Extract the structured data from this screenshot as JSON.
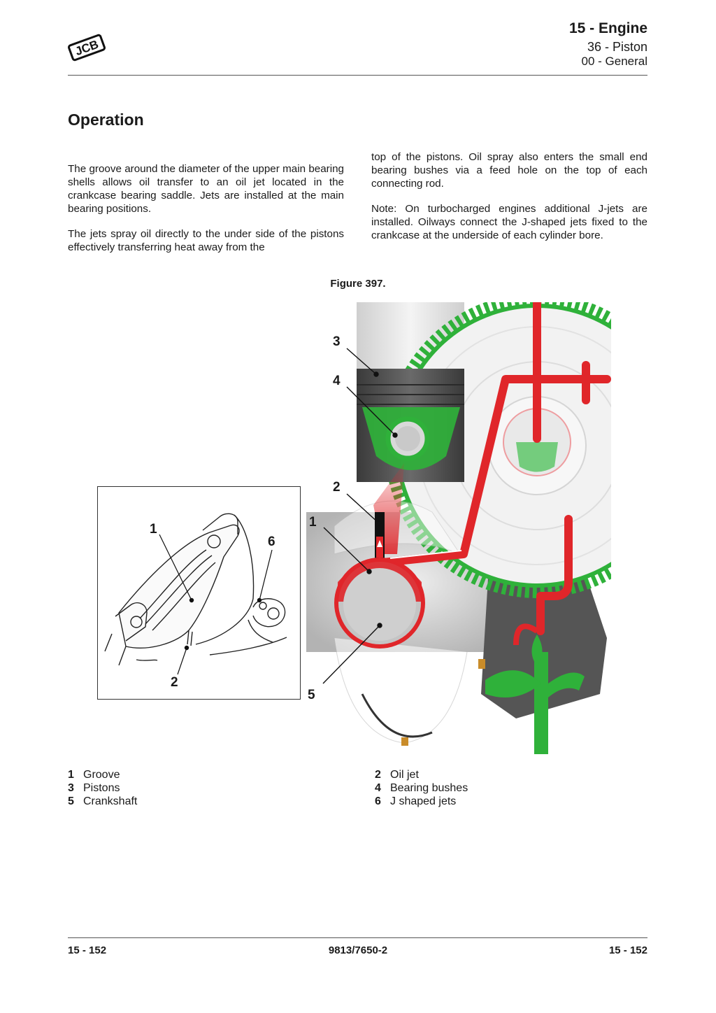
{
  "header": {
    "brand": "JCB",
    "chapter": "15 - Engine",
    "section": "36 - Piston",
    "subsection": "00 - General"
  },
  "section_title": "Operation",
  "body": {
    "left_paragraphs": [
      "The groove around the diameter of the upper main bearing shells allows oil transfer to an oil jet located in the crankcase bearing saddle. Jets are installed at the main bearing positions.",
      "The jets spray oil directly to the under side of the pistons effectively transferring heat away from the"
    ],
    "right_paragraphs": [
      "top of the pistons. Oil spray also enters the small end bearing bushes via a feed hole on the top of each connecting rod.",
      "Note: On turbocharged engines additional J-jets are installed. Oilways connect the J-shaped jets fixed to the crankcase at the underside of each cylinder bore."
    ]
  },
  "figure": {
    "caption": "Figure 397.",
    "inset_callouts": [
      "1",
      "6",
      "2"
    ],
    "main_callouts": [
      "3",
      "4",
      "2",
      "1",
      "5"
    ],
    "colors": {
      "oil_red": "#e0262a",
      "oil_green": "#2fb13a",
      "block_grey": "#555555"
    }
  },
  "legend": {
    "left": [
      {
        "num": "1",
        "label": "Groove"
      },
      {
        "num": "3",
        "label": "Pistons"
      },
      {
        "num": "5",
        "label": "Crankshaft"
      }
    ],
    "right": [
      {
        "num": "2",
        "label": "Oil jet"
      },
      {
        "num": "4",
        "label": "Bearing bushes"
      },
      {
        "num": "6",
        "label": "J shaped jets"
      }
    ]
  },
  "footer": {
    "page_left": "15 - 152",
    "doc_number": "9813/7650-2",
    "page_right": "15 - 152"
  }
}
